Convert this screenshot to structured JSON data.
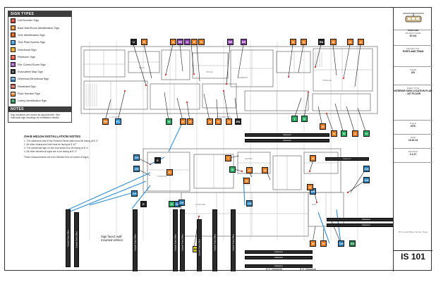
{
  "legend": {
    "heading": "SIGN TYPES",
    "items": [
      {
        "code": "U",
        "label": "Unit Number Sign",
        "color": "#c0392b"
      },
      {
        "code": "R",
        "label": "Back Wall Room Identification Sign",
        "color": "#e67e22"
      },
      {
        "code": "T",
        "label": "Tree Identification Sign",
        "color": "#d35400"
      },
      {
        "code": "F",
        "label": "Tree Plant Access Sign",
        "color": "#3498db"
      },
      {
        "code": "D",
        "label": "Directional Sign",
        "color": "#f39c12"
      },
      {
        "code": "A",
        "label": "Restroom Sign",
        "color": "#e74c3c"
      },
      {
        "code": "FL",
        "label": "Fire Control Room Sign",
        "color": "#8e44ad"
      },
      {
        "code": "E",
        "label": "Evacuation Map Sign",
        "color": "#222222"
      },
      {
        "code": "OH",
        "label": "Overhead Directional Sign",
        "color": "#2980b9"
      },
      {
        "code": "RS",
        "label": "Restricted Sign",
        "color": "#c0392b"
      },
      {
        "code": "FN",
        "label": "Floor Number Sign",
        "color": "#e67e22"
      },
      {
        "code": "LI",
        "label": "Lobby Identification Sign",
        "color": "#1e8449"
      }
    ],
    "notes_heading": "NOTES",
    "notes_text": "Sign locations are shown as approximate. See individual sign drawings for installation details."
  },
  "install_notes": {
    "title": "OH-B HE1GH INSTALLATION NOTES",
    "lines": [
      "1. The clearance limit of the Portland Street walls must be facing at 8'-2\"",
      "2. All other clearances limit must be facing at 8'-10\"",
      "3. The directional sign on the near areas is to be facing at 8'-4\"",
      "4. All other directional signs are to be facing at 8'-4\""
    ],
    "footnote": "These measurements are from finished floor to bottom of signs."
  },
  "wall_note": {
    "line1": "Sign faced, wall",
    "line2": "mounted version"
  },
  "title_block": {
    "logo_text": "PORTLAND",
    "fields": [
      {
        "label": "PROJECT NAME",
        "value": "IS 101"
      },
      {
        "label": "PROJECT NO.",
        "value": "PORTLAND TRAM"
      },
      {
        "label": "PHASE",
        "value": "DD"
      },
      {
        "label": "SHEET TITLE",
        "value": "INTERIOR SIGN LOCATION PLAN - 1ST FLOOR"
      },
      {
        "label": "SCALE",
        "value": "NTS"
      },
      {
        "label": "DATE",
        "value": "10.20.14"
      },
      {
        "label": "REVISION",
        "value": "1.0.17"
      }
    ],
    "address": "55 C Lovell Place, Denver, Texas",
    "sheet_number": "IS 101"
  },
  "tags": [
    {
      "code": "U",
      "color": "#222222"
    },
    {
      "code": "R",
      "color": "#e67e22"
    },
    {
      "code": "N",
      "color": "#e67e22"
    },
    {
      "code": "RR",
      "color": "#8e44ad"
    },
    {
      "code": "N",
      "color": "#8e44ad"
    },
    {
      "code": "R",
      "color": "#e67e22"
    },
    {
      "code": "R",
      "color": "#e67e22"
    },
    {
      "code": "RR",
      "color": "#8e44ad"
    },
    {
      "code": "RR",
      "color": "#8e44ad"
    },
    {
      "code": "N",
      "color": "#e67e22"
    },
    {
      "code": "N",
      "color": "#e67e22"
    },
    {
      "code": "EN",
      "color": "#222222"
    },
    {
      "code": "B",
      "color": "#e67e22"
    },
    {
      "code": "N",
      "color": "#e67e22"
    },
    {
      "code": "A",
      "color": "#e67e22"
    },
    {
      "code": "FN",
      "color": "#e67e22"
    },
    {
      "code": "FL",
      "color": "#3498db"
    },
    {
      "code": "N",
      "color": "#27ae60"
    },
    {
      "code": "N",
      "color": "#e67e22"
    },
    {
      "code": "N",
      "color": "#e67e22"
    },
    {
      "code": "N",
      "color": "#e67e22"
    },
    {
      "code": "N",
      "color": "#e67e22"
    },
    {
      "code": "N",
      "color": "#e67e22"
    },
    {
      "code": "EN",
      "color": "#222222"
    },
    {
      "code": "T",
      "color": "#27ae60"
    },
    {
      "code": "N",
      "color": "#27ae60"
    },
    {
      "code": "N",
      "color": "#e67e22"
    },
    {
      "code": "N",
      "color": "#e67e22"
    },
    {
      "code": "N",
      "color": "#27ae60"
    },
    {
      "code": "A",
      "color": "#e67e22"
    },
    {
      "code": "N",
      "color": "#27ae60"
    },
    {
      "code": "OH",
      "color": "#2980b9"
    },
    {
      "code": "E",
      "color": "#222222"
    },
    {
      "code": "T",
      "color": "#e67e22"
    },
    {
      "code": "N",
      "color": "#e67e22"
    },
    {
      "code": "N",
      "color": "#e67e22"
    },
    {
      "code": "R",
      "color": "#e67e22"
    },
    {
      "code": "OH",
      "color": "#2980b9"
    },
    {
      "code": "N",
      "color": "#27ae60"
    },
    {
      "code": "N",
      "color": "#e67e22"
    },
    {
      "code": "OH",
      "color": "#2980b9"
    },
    {
      "code": "E",
      "color": "#222222"
    },
    {
      "code": "N",
      "color": "#27ae60"
    },
    {
      "code": "OH",
      "color": "#2980b9"
    },
    {
      "code": "N",
      "color": "#e67e22"
    },
    {
      "code": "OH",
      "color": "#2980b9"
    },
    {
      "code": "OH",
      "color": "#2980b9"
    },
    {
      "code": "OH",
      "color": "#2980b9"
    },
    {
      "code": "N",
      "color": "#e67e22"
    },
    {
      "code": "EN",
      "color": "#e6d233"
    },
    {
      "code": "N",
      "color": "#e67e22"
    },
    {
      "code": "N",
      "color": "#e67e22"
    },
    {
      "code": "OH",
      "color": "#2980b9"
    },
    {
      "code": "EN",
      "color": "#1e8449"
    },
    {
      "code": "OH",
      "color": "#2980b9"
    },
    {
      "code": "OH",
      "color": "#2980b9"
    }
  ],
  "vertical_signs": [
    "Outside  Ticket Office",
    "Outside  Ticket Office",
    "Outside  Ticket Office",
    "Outside  Ticket Office",
    "Outside  Ticket Office",
    "Outside  Ticket Office",
    "Outside  Ticket Office",
    "Outside  Ticket Office"
  ],
  "horizontal_signs": [
    "Clearance",
    "Clearance",
    "Clearance",
    "Clearance",
    "Clearance",
    "Clearance",
    "Clearance",
    "Clearance"
  ],
  "clearance_labels": [
    "8'-2\"  Clearance",
    "8'-2\"  Clearance",
    "8'-2\"  Clearance"
  ],
  "colors": {
    "leader_blue": "#2f8fd6",
    "ink": "#222222",
    "plan_line": "#8a8a8a"
  }
}
